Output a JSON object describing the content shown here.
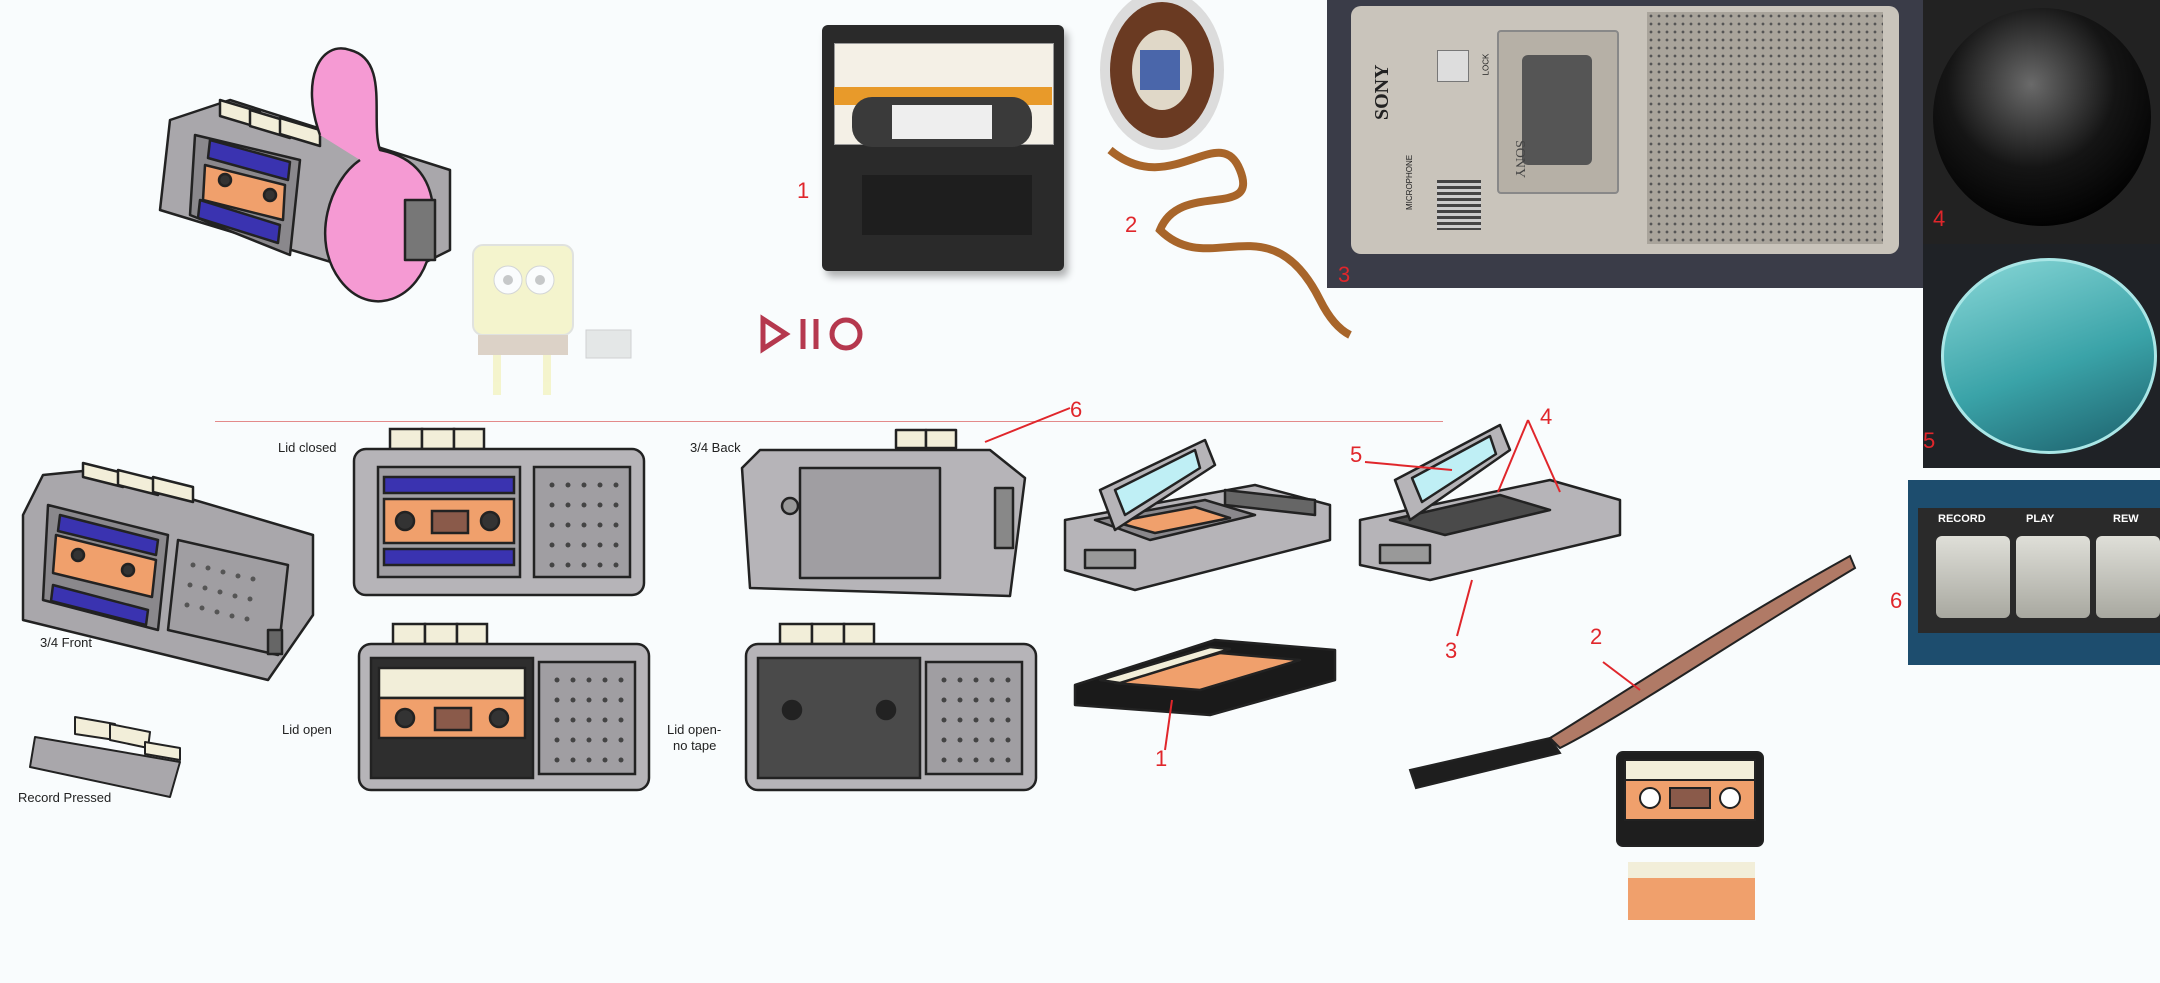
{
  "labels": {
    "front": "3/4 Front",
    "record_pressed": "Record Pressed",
    "lid_closed": "Lid closed",
    "lid_open": "Lid open",
    "back": "3/4 Back",
    "lid_open_no_tape_l1": "Lid open-",
    "lid_open_no_tape_l2": "no tape"
  },
  "callouts": {
    "n1": "1",
    "n2": "2",
    "n3": "3",
    "n4": "4",
    "n5": "5",
    "n6": "6"
  },
  "photos": {
    "recorder_brand": "SONY",
    "recorder_lid_brand": "SONY",
    "recorder_lock": "LOCK",
    "recorder_mic": "MICROPHONE",
    "keys": [
      "RECORD",
      "PLAY",
      "REW"
    ]
  },
  "colors": {
    "callout": "#e0262b",
    "accent": "#b5384e",
    "body_grey": "#b6b4b8",
    "label_blue": "#3a33b0",
    "tape_orange": "#f0a06c",
    "worm_pink": "#f59ad3"
  },
  "icons": [
    "play-icon",
    "pause-icon",
    "record-icon"
  ]
}
